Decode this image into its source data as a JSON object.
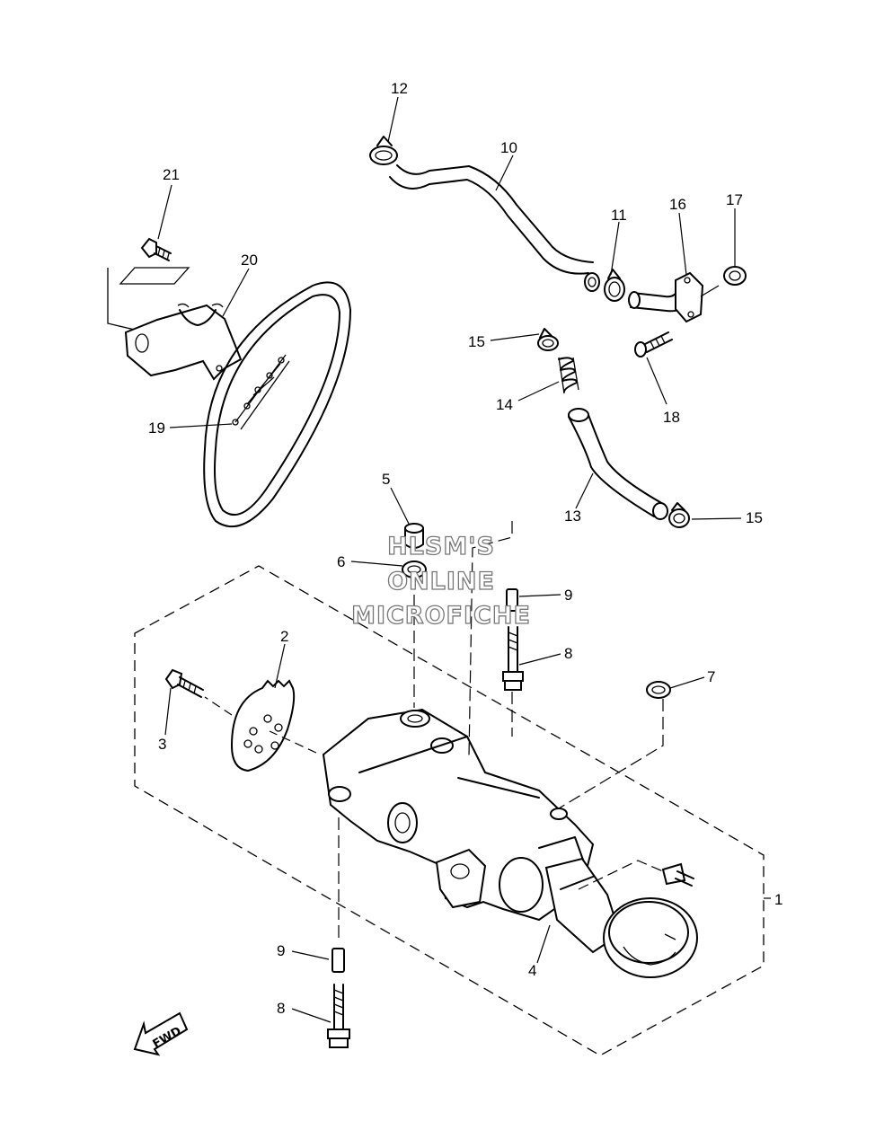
{
  "watermark": {
    "line1": "HLSM'S",
    "line2": "ONLINE",
    "line3": "MICROFICHE"
  },
  "direction_label": "FWD",
  "callouts": [
    "1",
    "2",
    "3",
    "4",
    "5",
    "6",
    "7",
    "8",
    "8",
    "9",
    "9",
    "10",
    "11",
    "12",
    "13",
    "14",
    "15",
    "15",
    "16",
    "17",
    "18",
    "19",
    "20",
    "21"
  ],
  "parts": [
    {
      "ref": "1",
      "icon": "oil-pump-assembly-icon"
    },
    {
      "ref": "2",
      "icon": "sprocket-icon"
    },
    {
      "ref": "3",
      "icon": "bolt-icon"
    },
    {
      "ref": "4",
      "icon": "oil-strainer-icon"
    },
    {
      "ref": "5",
      "icon": "collar-icon"
    },
    {
      "ref": "6",
      "icon": "o-ring-icon"
    },
    {
      "ref": "7",
      "icon": "o-ring-icon"
    },
    {
      "ref": "8",
      "icon": "bolt-icon"
    },
    {
      "ref": "9",
      "icon": "dowel-pin-icon"
    },
    {
      "ref": "10",
      "icon": "hose-icon"
    },
    {
      "ref": "11",
      "icon": "clamp-icon"
    },
    {
      "ref": "12",
      "icon": "clamp-icon"
    },
    {
      "ref": "13",
      "icon": "hose-icon"
    },
    {
      "ref": "14",
      "icon": "spring-icon"
    },
    {
      "ref": "15",
      "icon": "clamp-icon"
    },
    {
      "ref": "16",
      "icon": "pipe-icon"
    },
    {
      "ref": "17",
      "icon": "o-ring-icon"
    },
    {
      "ref": "18",
      "icon": "bolt-icon"
    },
    {
      "ref": "19",
      "icon": "chain-icon"
    },
    {
      "ref": "20",
      "icon": "chain-guide-icon"
    },
    {
      "ref": "21",
      "icon": "bolt-icon"
    }
  ]
}
